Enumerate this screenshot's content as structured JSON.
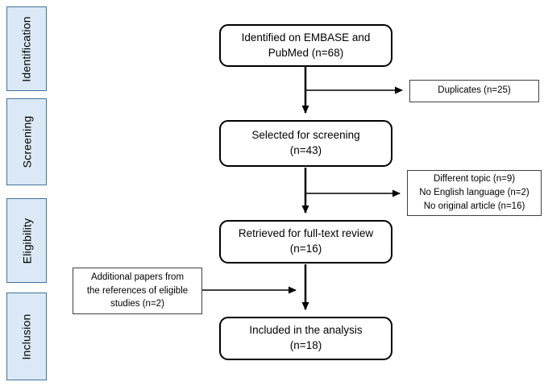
{
  "diagram": {
    "stages": [
      {
        "label": "Identification"
      },
      {
        "label": "Screening"
      },
      {
        "label": "Eligibility"
      },
      {
        "label": "Inclusion"
      }
    ],
    "main_boxes": [
      {
        "text": "Identified on EMBASE and\nPubMed (n=68)"
      },
      {
        "text": "Selected for screening\n(n=43)"
      },
      {
        "text": "Retrieved for full-text review\n(n=16)"
      },
      {
        "text": "Included in the analysis\n(n=18)"
      }
    ],
    "side_boxes": [
      {
        "text": "Duplicates (n=25)"
      },
      {
        "text": "Different topic (n=9)\nNo English language (n=2)\nNo original article (n=16)"
      },
      {
        "text": "Additional papers from\nthe references of eligible\nstudies (n=2)"
      }
    ],
    "colors": {
      "background": "#ffffff",
      "stage_fill": "#dbe9f6",
      "stage_border": "#41719c",
      "main_box_border": "#000000",
      "side_box_border": "#404040",
      "arrow": "#000000"
    }
  }
}
